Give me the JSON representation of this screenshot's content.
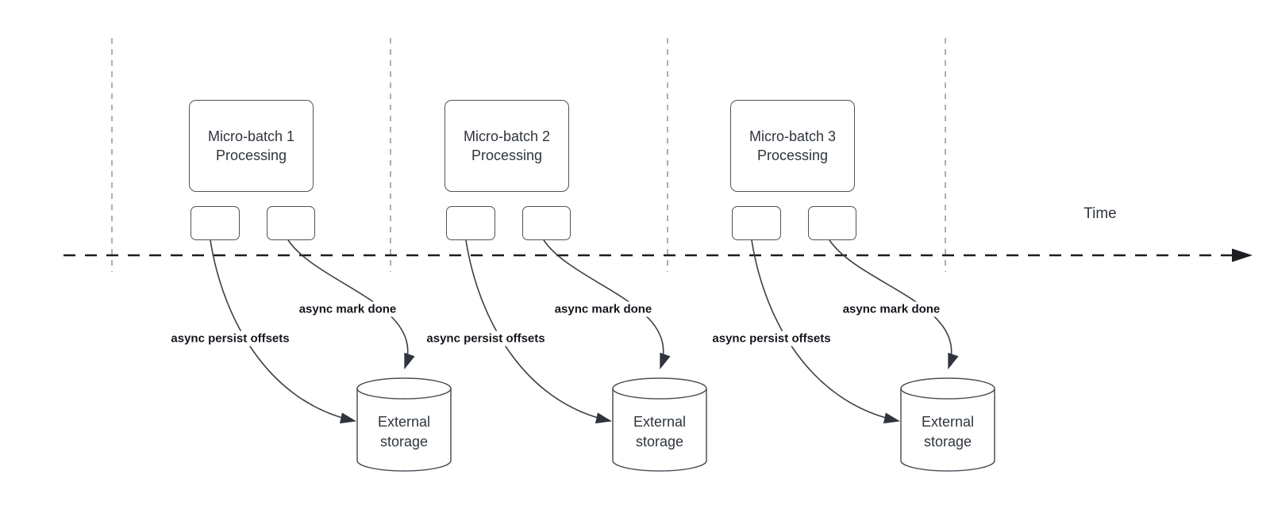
{
  "diagram": {
    "time_label": "Time",
    "batches": [
      {
        "title": [
          "Micro-batch 1",
          "Processing"
        ],
        "persist_label": "async persist offsets",
        "done_label": "async mark done",
        "storage": [
          "External",
          "storage"
        ]
      },
      {
        "title": [
          "Micro-batch 2",
          "Processing"
        ],
        "persist_label": "async persist offsets",
        "done_label": "async mark done",
        "storage": [
          "External",
          "storage"
        ]
      },
      {
        "title": [
          "Micro-batch 3",
          "Processing"
        ],
        "persist_label": "async persist offsets",
        "done_label": "async mark done",
        "storage": [
          "External",
          "storage"
        ]
      }
    ]
  },
  "colors": {
    "background": "#ffffff",
    "shape_stroke": "#4d525b",
    "arrow_stroke": "#3b4049",
    "arrowhead_fill": "#2f343d",
    "guide_line": "#aeaeb3",
    "timeline": "#1d1e21",
    "box_text": "#2f353e",
    "label_text": "#13161b"
  }
}
